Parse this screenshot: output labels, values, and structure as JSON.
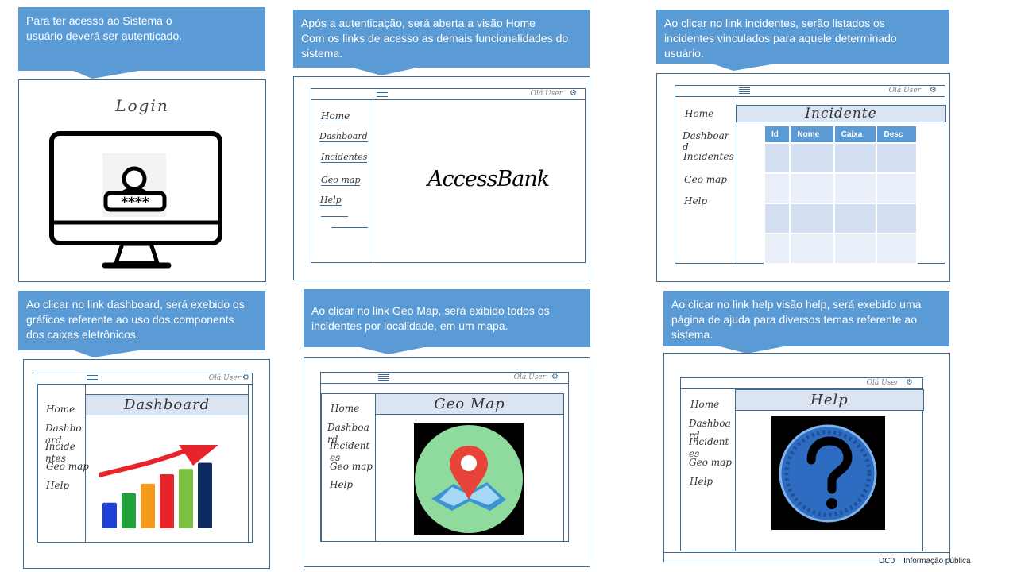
{
  "callouts": {
    "login": "Para ter acesso ao Sistema o\nusuário deverá ser autenticado.",
    "home": "Após a autenticação, será  aberta a visão Home\nCom os links de acesso as demais funcionalidades do\nsistema.",
    "incidentes": " Ao clicar no link incidentes, serão listados os\n incidentes  vinculados para aquele determinado\n usuário.",
    "dashboard": "Ao clicar no  link dashboard, será exebido os\ngráficos referente ao uso dos components\ndos caixas eletrônicos.",
    "geomap": "Ao clicar no  link  Geo Map, será exibido todos os\nincidentes por  localidade, em  um mapa.",
    "help": "Ao clicar no  link help visão help, será exebido uma\npágina de ajuda para diversos temas referente ao\nsistema."
  },
  "login": {
    "title": "Login",
    "password_mask": "****"
  },
  "home": {
    "user_greeting": "Olá User",
    "nav": [
      "Home",
      "Dashboard",
      "Incidentes",
      "Geo map",
      "Help"
    ],
    "brand": "AccessBank"
  },
  "incidentes": {
    "user_greeting": "Olá User",
    "title": "Incidente",
    "nav": [
      "Home",
      "Dashboar\nd",
      "Incidentes",
      "Geo map",
      "Help"
    ],
    "columns": [
      "Id",
      "Nome",
      "Caixa",
      "Desc"
    ],
    "row_count": 4
  },
  "dashboard": {
    "user_greeting": "Olá User",
    "title": "Dashboard",
    "nav": [
      "Home",
      "Dashbo\nard",
      "Incide\nntes",
      "Geo map",
      "Help"
    ],
    "bar_levels": [
      0.38,
      0.52,
      0.66,
      0.8,
      0.88,
      0.97
    ],
    "bar_colors": [
      "#1f3fd6",
      "#1fa33a",
      "#f59a1b",
      "#e8242b",
      "#7ac142",
      "#0d2a5e"
    ],
    "arrow_color": "#e8242b"
  },
  "geomap": {
    "user_greeting": "Olá User",
    "title": "Geo Map",
    "nav": [
      "Home",
      "Dashboa\nrd",
      "Incident\nes",
      "Geo map",
      "Help"
    ]
  },
  "help": {
    "user_greeting": "Olá User",
    "title": "Help",
    "nav": [
      "Home",
      "Dashboa\nrd",
      "Incident\nes",
      "Geo map",
      "Help"
    ]
  },
  "footer": {
    "classification": "DC0    Informação pública"
  }
}
